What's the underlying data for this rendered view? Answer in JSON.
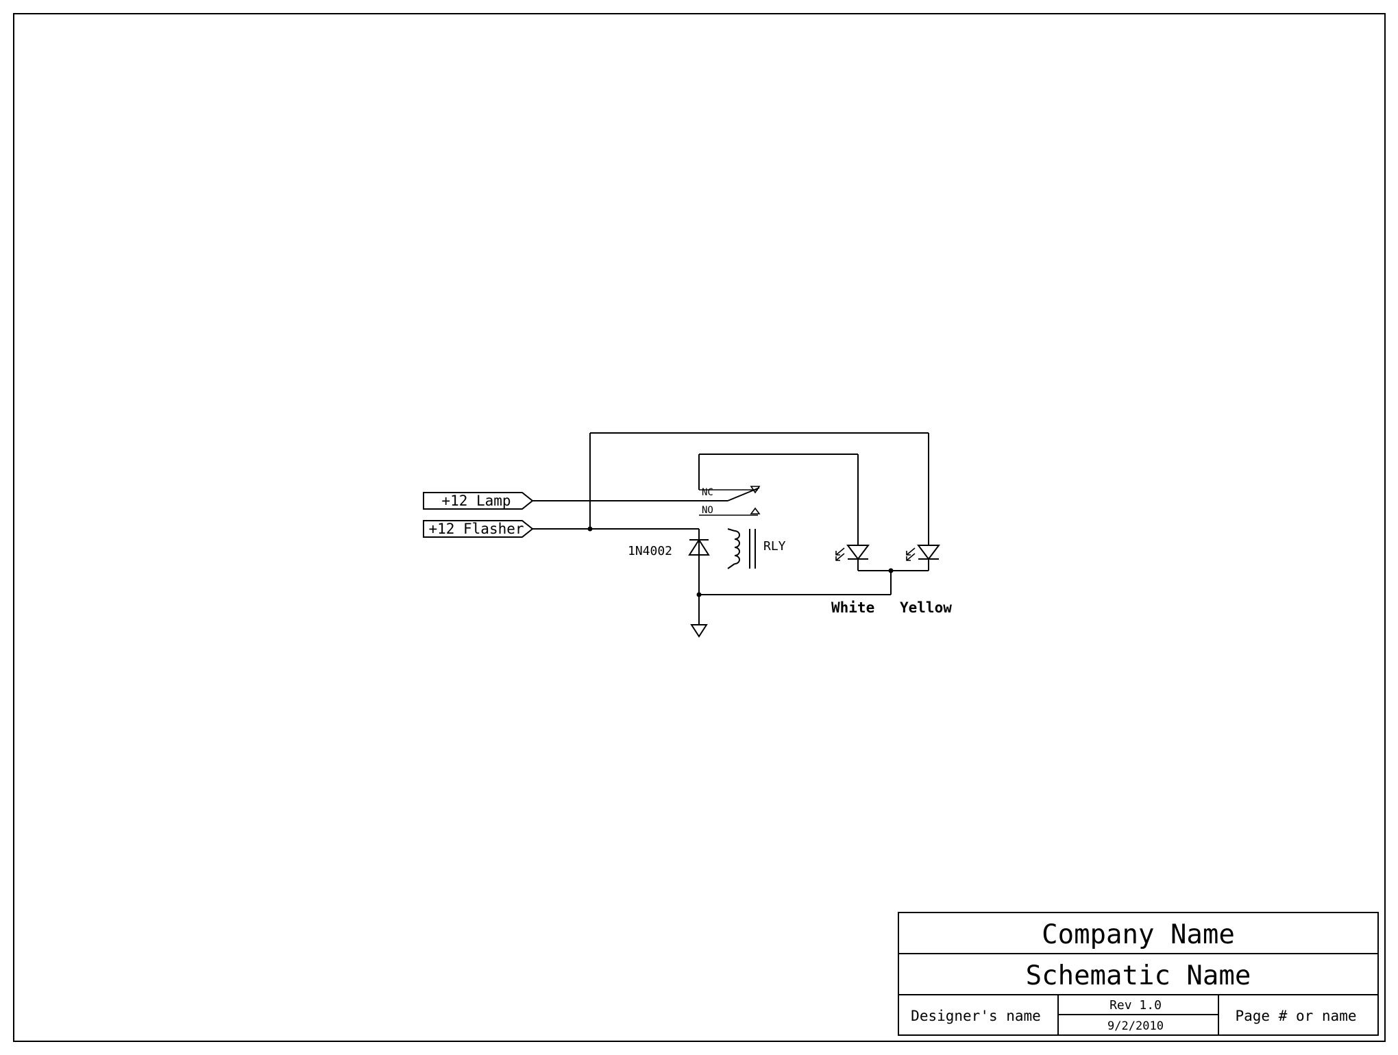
{
  "colors": {
    "ink": "#000000",
    "paper": "#ffffff"
  },
  "ports": {
    "lamp": "+12 Lamp",
    "flasher": "+12 Flasher"
  },
  "relay": {
    "ref": "RLY",
    "nc_label": "NC",
    "no_label": "NO"
  },
  "diode": {
    "part": "1N4002"
  },
  "leds": {
    "white_label": "White",
    "yellow_label": "Yellow"
  },
  "title_block": {
    "company": "Company Name",
    "schematic": "Schematic Name",
    "designer": "Designer's name",
    "revision": "Rev 1.0",
    "date": "9/2/2010",
    "page": "Page # or name"
  }
}
